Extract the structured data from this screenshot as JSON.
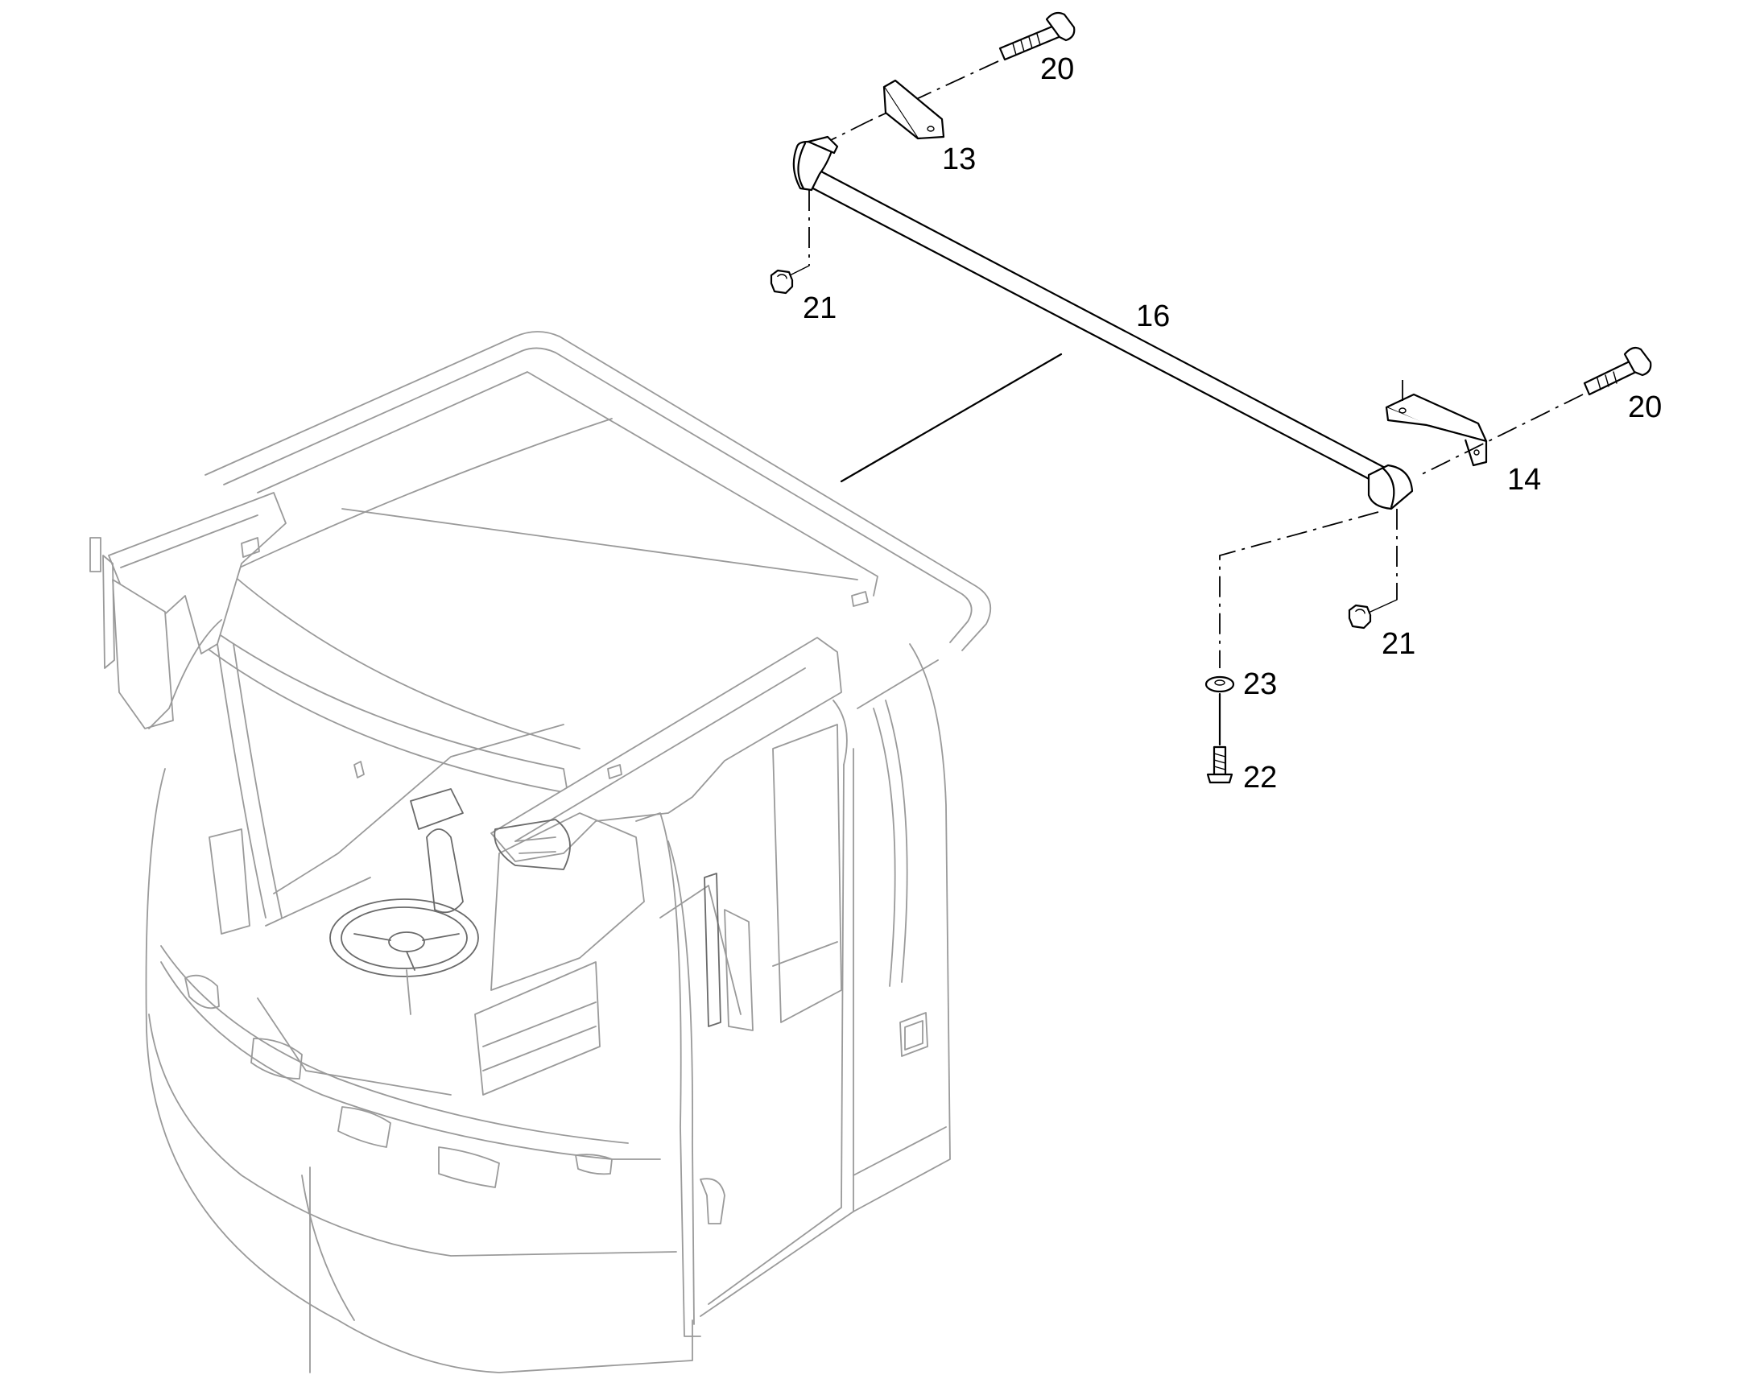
{
  "diagram": {
    "callouts": {
      "bolt_top": "20",
      "bracket_left": "13",
      "nut_left": "21",
      "bar": "16",
      "bolt_right": "20",
      "bracket_right": "14",
      "nut_right": "21",
      "washer": "23",
      "screw": "22"
    }
  }
}
